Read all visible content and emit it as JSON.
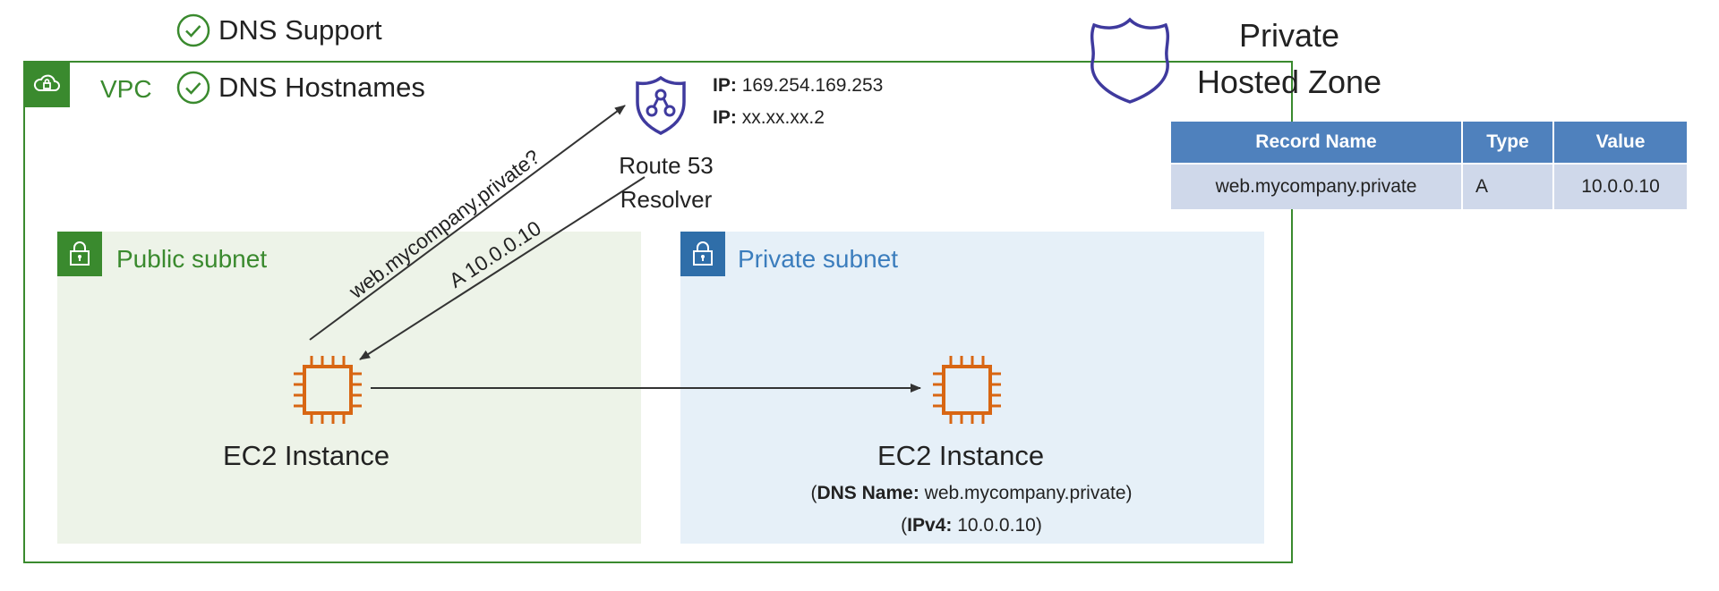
{
  "vpc": {
    "label": "VPC",
    "settings": [
      {
        "label": "DNS Support",
        "icon": "check-circle-icon"
      },
      {
        "label": "DNS Hostnames",
        "icon": "check-circle-icon"
      }
    ]
  },
  "resolver": {
    "ip_lines": [
      {
        "key": "IP:",
        "value": "169.254.169.253"
      },
      {
        "key": "IP:",
        "value": "xx.xx.xx.2"
      }
    ],
    "name_line1": "Route 53",
    "name_line2": "Resolver"
  },
  "private_hosted_zone": {
    "title_line1": "Private",
    "title_line2": "Hosted Zone",
    "icon": "shield-outline-icon",
    "table": {
      "headers": [
        "Record Name",
        "Type",
        "Value"
      ],
      "rows": [
        [
          "web.mycompany.private",
          "A",
          "10.0.0.10"
        ]
      ]
    }
  },
  "public_subnet": {
    "label": "Public subnet",
    "instance_label": "EC2 Instance"
  },
  "private_subnet": {
    "label": "Private subnet",
    "instance_label": "EC2 Instance",
    "dns_name_key": "DNS Name:",
    "dns_name_value": "web.mycompany.private",
    "ipv4_key": "IPv4:",
    "ipv4_value": "10.0.0.10"
  },
  "arrows": {
    "query": "web.mycompany.private?",
    "answer": "A 10.0.0.10"
  },
  "colors": {
    "vpc_green": "#3a8a2e",
    "subnet_blue": "#2f6ea9",
    "ec2_orange": "#d86613",
    "resolver_purple": "#3f3a9e",
    "table_header": "#4f81bd",
    "table_row": "#cfd8ea"
  }
}
